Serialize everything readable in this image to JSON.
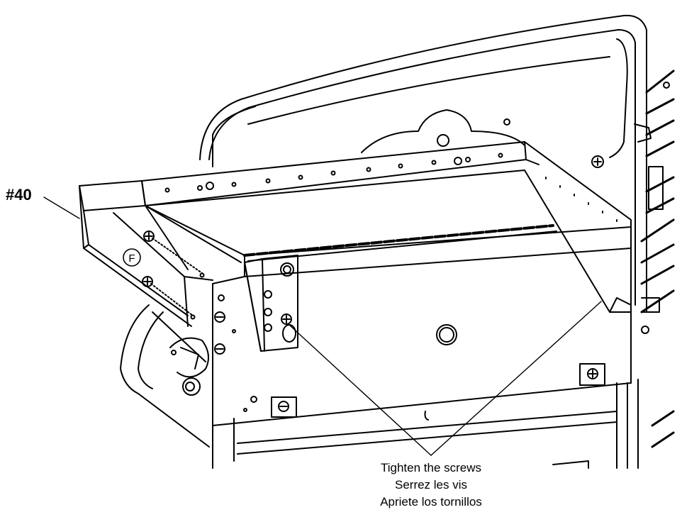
{
  "diagram": {
    "part_label": "#40",
    "fastener_letter": "F",
    "callout": {
      "lines": [
        "Tighten the screws",
        "Serrez les vis",
        "Apriete los tornillos"
      ]
    }
  },
  "colors": {
    "ink": "#000000",
    "paper": "#ffffff"
  }
}
